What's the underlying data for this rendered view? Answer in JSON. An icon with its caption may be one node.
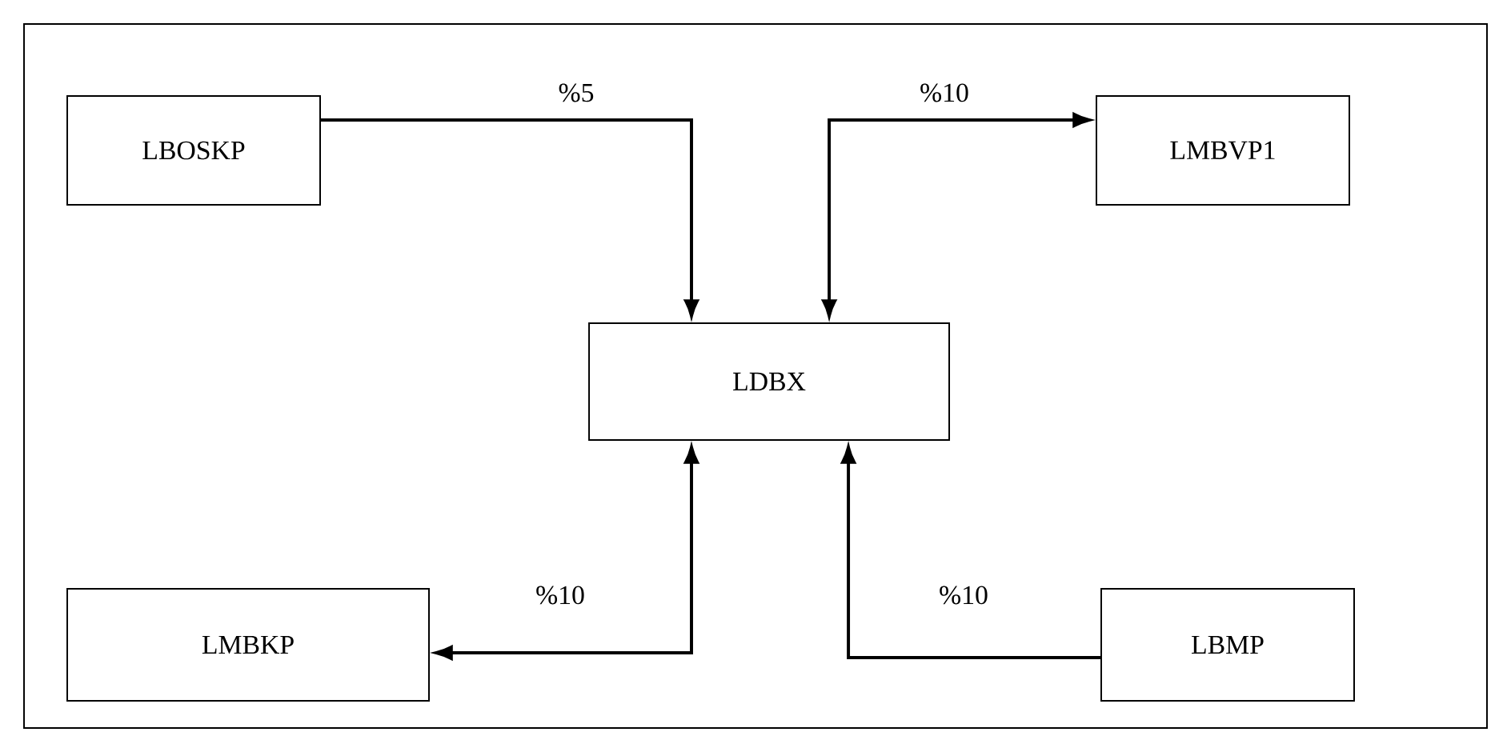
{
  "diagram": {
    "nodes": [
      {
        "text": [
          "LBOSKP"
        ]
      },
      {
        "text": [
          "LMBVP1"
        ]
      },
      {
        "text": [
          "LDBX"
        ]
      },
      {
        "text": [
          "LMBKP"
        ]
      },
      {
        "text": [
          "LBMP"
        ]
      }
    ],
    "edges": [
      {
        "from": 0,
        "to": 2,
        "arrow": "to",
        "label": "%5"
      },
      {
        "from": 2,
        "to": 1,
        "arrow": "both",
        "label": "%10"
      },
      {
        "from": 2,
        "to": 3,
        "arrow": "both",
        "label": "%10"
      },
      {
        "from": 4,
        "to": 2,
        "arrow": "to",
        "label": "%10"
      }
    ]
  }
}
